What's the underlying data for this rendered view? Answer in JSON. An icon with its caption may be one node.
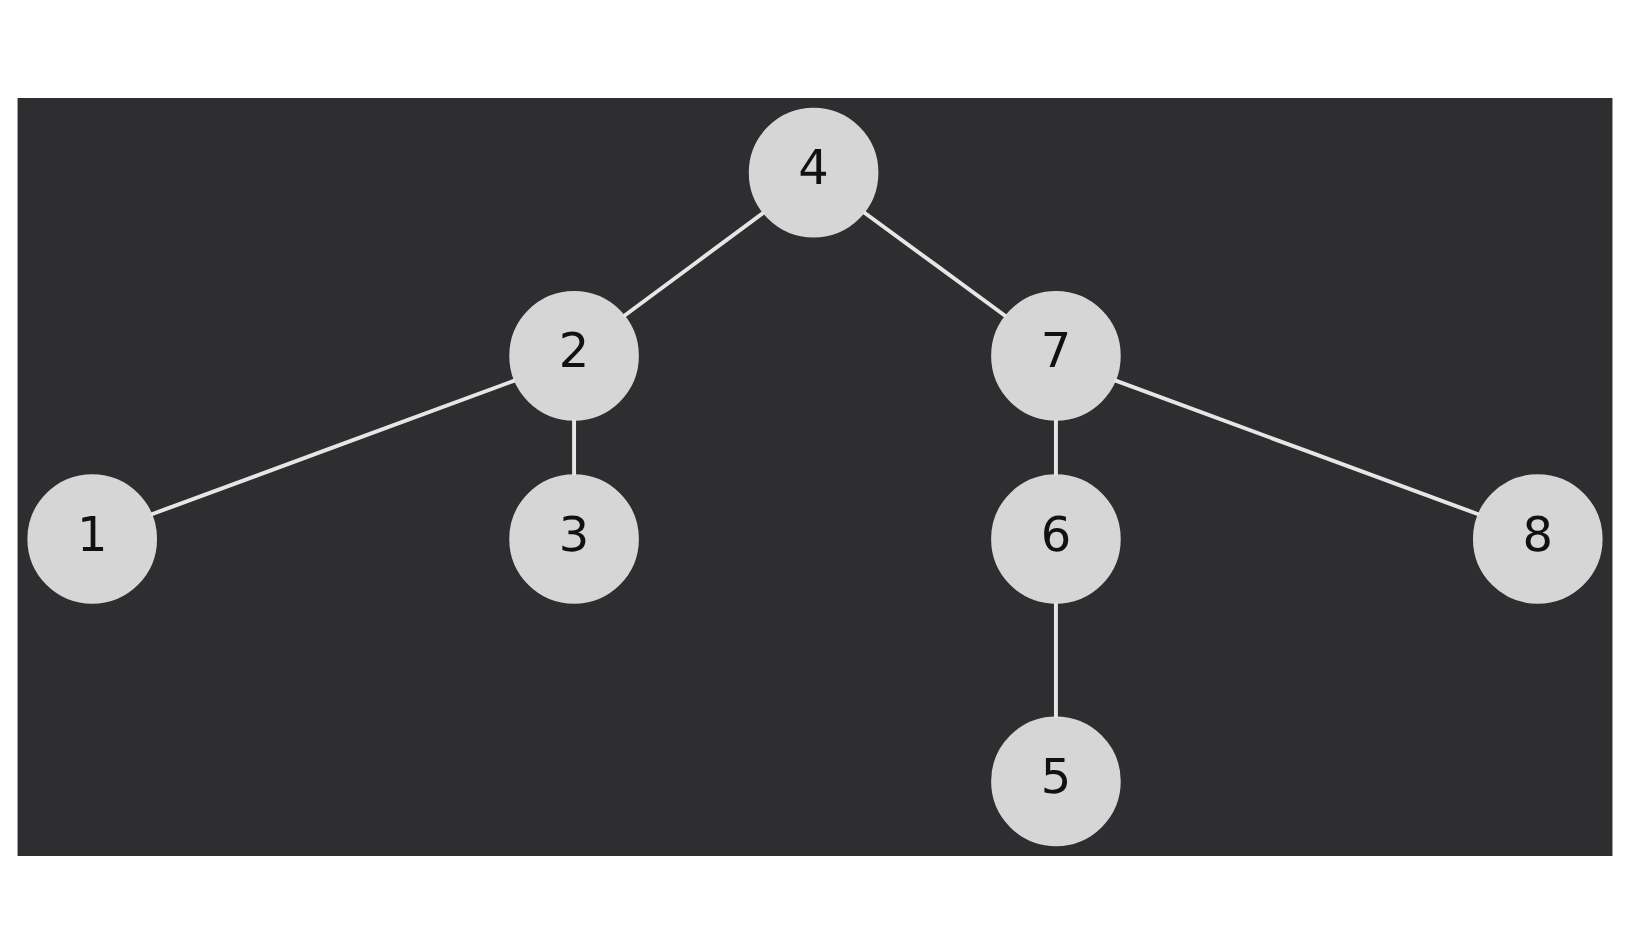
{
  "diagram": {
    "nodes": [
      {
        "text": [
          "4"
        ]
      },
      {
        "text": [
          "2"
        ]
      },
      {
        "text": [
          "7"
        ]
      },
      {
        "text": [
          "1"
        ]
      },
      {
        "text": [
          "3"
        ]
      },
      {
        "text": [
          "6"
        ]
      },
      {
        "text": [
          "8"
        ]
      },
      {
        "text": [
          "5"
        ]
      }
    ],
    "edges": [
      {
        "from": 0,
        "to": 1,
        "arrow": "none"
      },
      {
        "from": 0,
        "to": 2,
        "arrow": "none"
      },
      {
        "from": 1,
        "to": 3,
        "arrow": "none"
      },
      {
        "from": 1,
        "to": 4,
        "arrow": "none"
      },
      {
        "from": 2,
        "to": 5,
        "arrow": "none"
      },
      {
        "from": 2,
        "to": 6,
        "arrow": "none"
      },
      {
        "from": 5,
        "to": 7,
        "arrow": "none"
      }
    ]
  }
}
